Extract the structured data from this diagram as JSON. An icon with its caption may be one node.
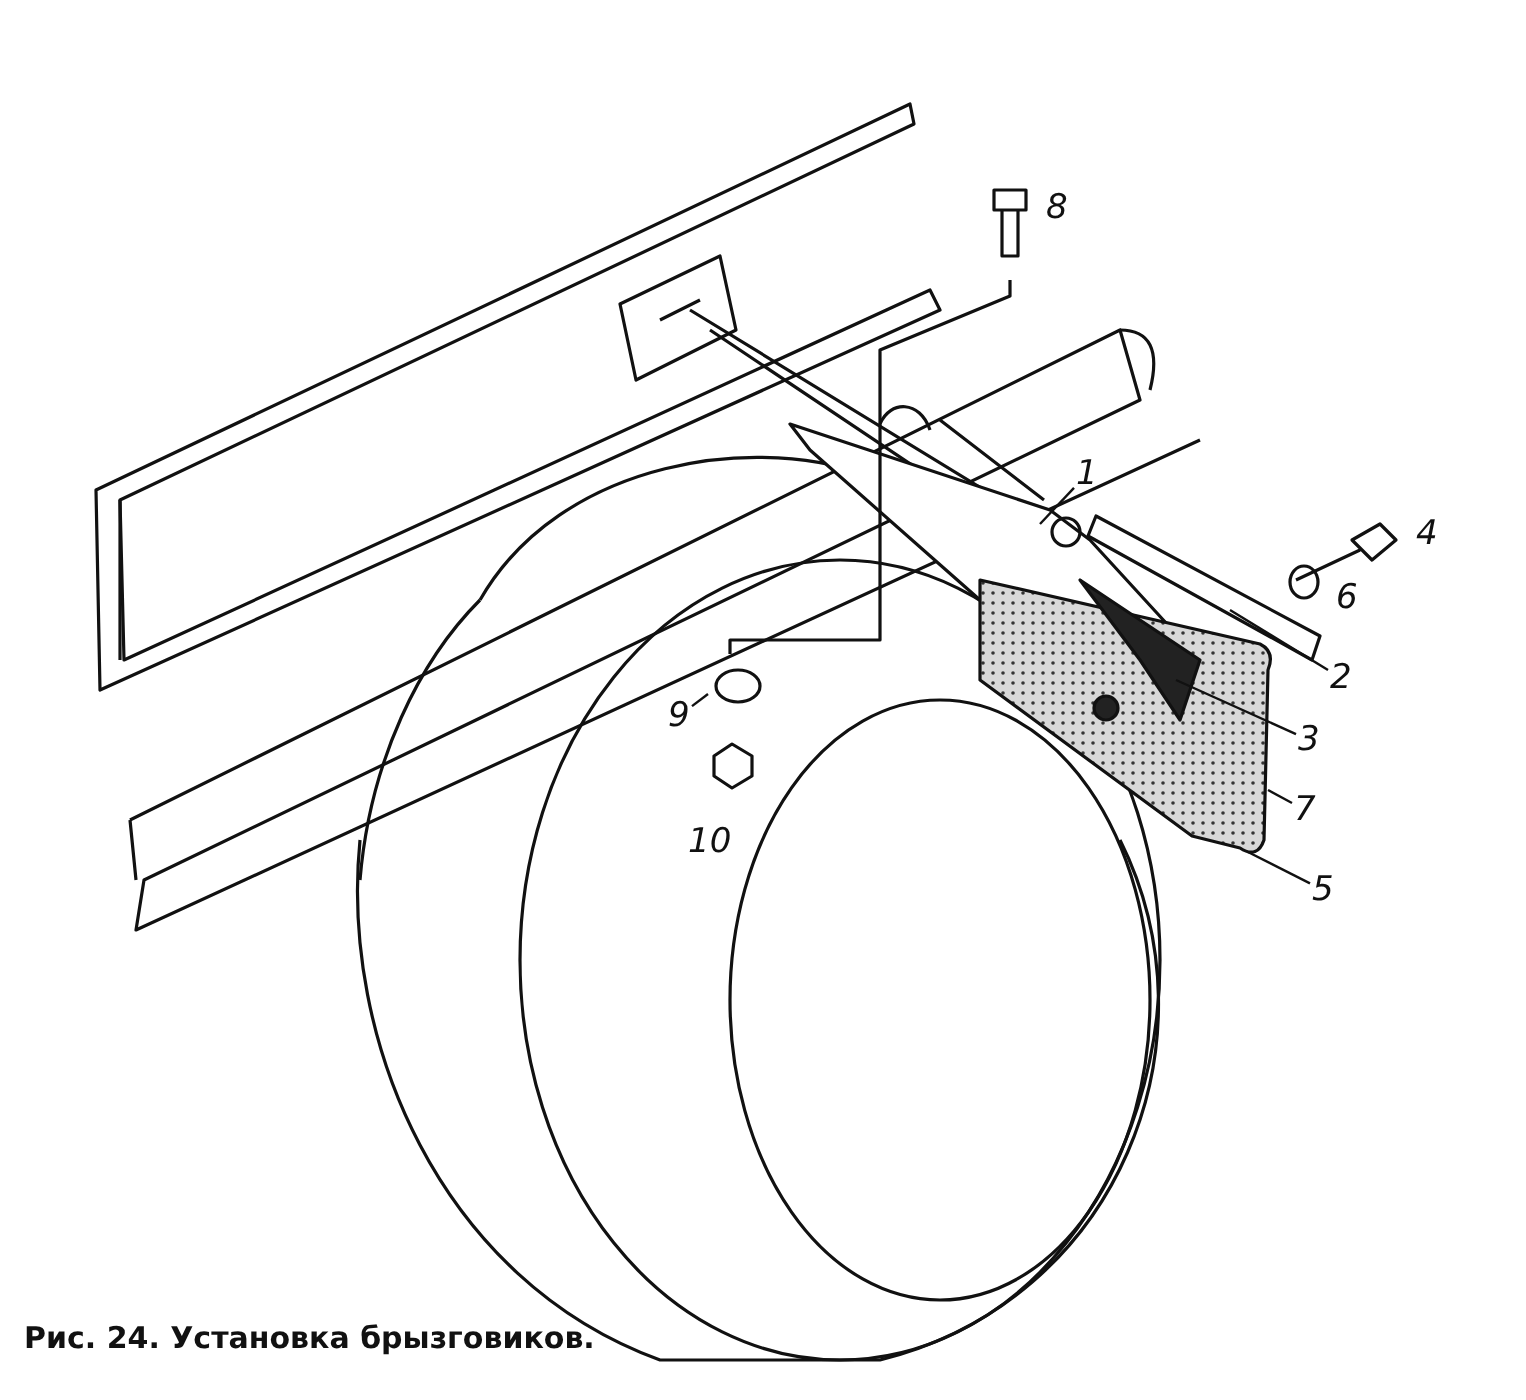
{
  "diagram": {
    "caption": "Рис. 24. Установка брызговиков.",
    "nodes": [
      {
        "text": [
          "1"
        ]
      },
      {
        "text": [
          "2"
        ]
      },
      {
        "text": [
          "3"
        ]
      },
      {
        "text": [
          "7"
        ]
      },
      {
        "text": [
          "5"
        ]
      },
      {
        "text": [
          "9"
        ]
      }
    ],
    "edges": [
      {
        "from": 0,
        "to": null,
        "arrow": "none"
      },
      {
        "from": 1,
        "to": null,
        "arrow": "none"
      },
      {
        "from": 2,
        "to": null,
        "arrow": "none"
      },
      {
        "from": 3,
        "to": null,
        "arrow": "none"
      },
      {
        "from": 4,
        "to": null,
        "arrow": "none"
      },
      {
        "from": 5,
        "to": null,
        "arrow": "none"
      }
    ],
    "labels": [
      "8",
      "4",
      "6",
      "10"
    ]
  }
}
